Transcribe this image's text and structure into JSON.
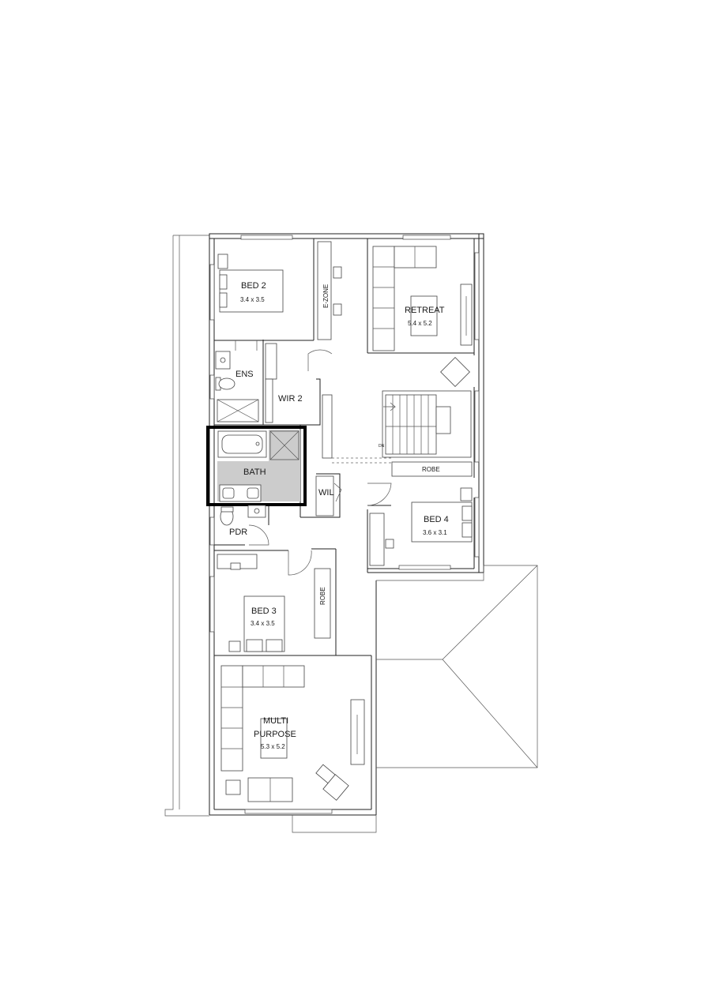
{
  "rooms": {
    "bed2": {
      "name": "BED 2",
      "dim": "3.4 x 3.5"
    },
    "ezone": {
      "name": "E-ZONE"
    },
    "retreat": {
      "name": "RETREAT",
      "dim": "5.4 x 5.2"
    },
    "ens": {
      "name": "ENS"
    },
    "wir2": {
      "name": "WIR 2"
    },
    "bath": {
      "name": "BATH",
      "fill": "#cccccc"
    },
    "wil": {
      "name": "WIL"
    },
    "robe_stair": {
      "name": "ROBE"
    },
    "stair": {
      "name": "DN"
    },
    "bed4": {
      "name": "BED 4",
      "dim": "3.6 x 3.1"
    },
    "pdr": {
      "name": "PDR"
    },
    "bed3": {
      "name": "BED 3",
      "dim": "3.4 x 3.5"
    },
    "robe_bed3": {
      "name": "ROBE"
    },
    "multi": {
      "line1": "MULTI",
      "line2": "PURPOSE",
      "dim": "5.3 x 5.2"
    }
  },
  "colors": {
    "wall": "#222222",
    "wet_area": "#cccccc",
    "wet_area_dark": "#b3b3b3"
  }
}
